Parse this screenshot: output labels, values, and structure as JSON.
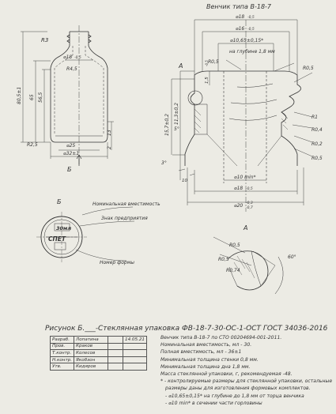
{
  "title_right": "Венчик типа В-18-7",
  "left_view": {
    "dims": {
      "r3": "R3",
      "d18": "⌀18",
      "d18_tol": "-0,5",
      "r45": "R4,5",
      "d25": "⌀25",
      "d32": "⌀32±1",
      "r25": "R2,5",
      "h80": "80,5±1",
      "h65": "65",
      "h565": "56,5",
      "h13": "13",
      "h2": "2"
    },
    "section_label": "Б",
    "arrow_label": "Б"
  },
  "right_view": {
    "section_marker": "А",
    "dims": {
      "d18_top": "⌀18",
      "d18_top_tol": "-0,5",
      "d16": "⌀16",
      "d16_tol": "-0,5",
      "d1065": "⌀10,65±0,15*",
      "depth_note": "на глубине 1,8 мм",
      "r05_top": "R0,5",
      "r05_right": "R0,5",
      "h15": "1,5",
      "h15_tol": "-0,5",
      "h157": "15,7±0,2",
      "h113": "11,3±0,2",
      "a5": "5°",
      "a3": "3°",
      "r1": "R1",
      "r04": "R0,4",
      "r02": "R0,2",
      "r05_low": "R0,5",
      "d10min": "⌀10 min*",
      "d18_bot": "⌀18",
      "d18_bot_tol": "-0,5",
      "d20": "⌀20",
      "d20_tol": "-0,3",
      "d20_tol2": "-0,7",
      "h10": "10"
    }
  },
  "view_b": {
    "label": "Б",
    "nominal": "Номинальная вместимость",
    "maker": "Знак предприятия",
    "form_no": "Номер формы",
    "stamp_30": "30мл",
    "stamp_text": "СПЕТ"
  },
  "view_a": {
    "label": "А",
    "r05a": "R0,5",
    "r05b": "R0,5",
    "r074": "R0,74",
    "angle": "60°"
  },
  "caption": "Рисунок Б.___-Стеклянная упаковка ФВ-18-7-30-ОС-1-ОСТ ГОСТ 34036-2016",
  "title_block": [
    [
      "Разраб.",
      "Лопатина",
      "14.05.21"
    ],
    [
      "Пров.",
      "Краков",
      ""
    ],
    [
      "Т.контр.",
      "Колесов",
      ""
    ],
    [
      "Н.контр.",
      "Якобзон",
      ""
    ],
    [
      "Утв.",
      "Кидяров",
      ""
    ]
  ],
  "notes": [
    "Венчик типа В-18-7 по СТО 00204694-001-2011.",
    "Номинальная вместимость, мл - 30.",
    "Полная вместимость, мл - 36±1",
    "Минимальная толщина стенки 0,8 мм.",
    "Минимальная толщина дна 1,8 мм.",
    "Масса стеклянной упаковки, г, рекомендуемая -48.",
    "* - контролируемые размеры для стеклянной упаковки, остальные",
    "размеры даны для изготовления формовых комплектов.",
    "- ⌀10,65±0,15* на глубине до 1,8 мм от торца венчика",
    "- ⌀10 min* в сечении части горловины"
  ]
}
